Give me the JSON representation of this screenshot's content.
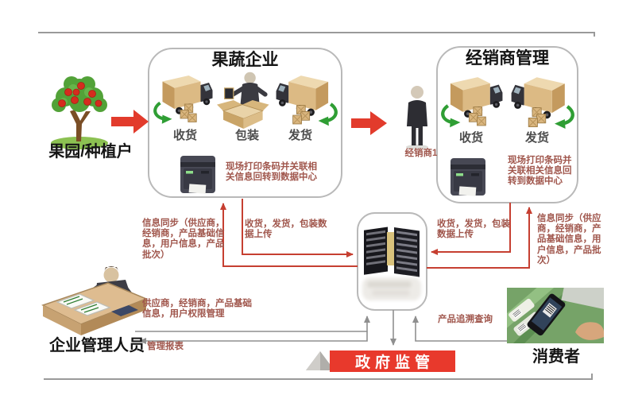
{
  "nodes": {
    "orchard": {
      "label": "果园/种植户"
    },
    "enterprise": {
      "title": "果蔬企业",
      "steps": [
        "收货",
        "包装",
        "发货"
      ],
      "printer_note": "现场打印条码并关联相关信息回转到数据中心"
    },
    "distributor": {
      "title": "经销商管理",
      "person": "经销商1",
      "steps": [
        "收货",
        "发货"
      ],
      "printer_note": "现场打印条码并关联相关信息回转到数据中心"
    },
    "government": {
      "label": "政府监管"
    },
    "consumer": {
      "label": "消费者"
    },
    "admin": {
      "label": "企业管理人员"
    }
  },
  "edges": {
    "sync_left": "信息同步（供应商，经销商，产品基础信息，用户信息，产品批次）",
    "upload_left": "收货，发货，包装数据上传",
    "upload_right": "收货，发货，包装数据上传",
    "sync_right": "信息同步（供应商，经销商，产品基础信息，用户信息，产品批次）",
    "admin_upload": "供应商，经销商，产品基础信息，用户权限管理",
    "report": "管理报表",
    "trace_query": "产品追溯查询"
  },
  "icons": {
    "orchard": "apple-tree-icon",
    "enterprise_steps": [
      "truck-receive-icon",
      "package-packing-icon",
      "truck-ship-icon"
    ],
    "enterprise_printer": "barcode-printer-icon",
    "distributor_person": "person-icon",
    "distributor_steps": [
      "truck-receive-icon",
      "truck-ship-icon"
    ],
    "distributor_printer": "barcode-printer-icon",
    "data_center": "server-rack-icon",
    "admin": "office-desk-icon",
    "consumer": "phone-scan-photo"
  },
  "colors": {
    "flow_arrow_red": "#e23b2c",
    "connector_red": "#c63f31",
    "connector_gray": "#8f8f8f",
    "annotation_text": "#a0564c",
    "banner_bg": "#e8392c",
    "banner_text": "#ffffff",
    "box_border": "#b9b9b9",
    "truck_tan": "#dcba84",
    "green_arrow": "#2f9e34"
  }
}
